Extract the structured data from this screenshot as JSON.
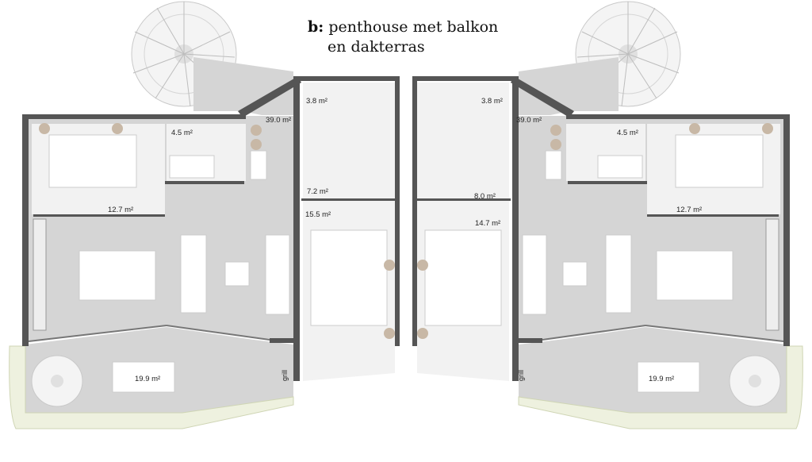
{
  "title": {
    "prefix": "b:",
    "line1": "penthouse met balkon",
    "line2": "en dakterras"
  },
  "left_unit": {
    "areas": {
      "bedroom": "12.7 m²",
      "bathroom": "4.5 m²",
      "roof_terrace": "39.0 m²",
      "entry": "3.8 m²",
      "stair_hall": "7.2 m²",
      "second_bedroom": "15.5 m²",
      "balcony": "19.9 m²"
    },
    "grill": "grill"
  },
  "right_unit": {
    "areas": {
      "bedroom": "12.7 m²",
      "bathroom": "4.5 m²",
      "roof_terrace": "39.0 m²",
      "entry": "3.8 m²",
      "stair_hall": "8.0 m²",
      "second_bedroom": "14.7 m²",
      "balcony": "19.9 m²"
    },
    "grill": "grill"
  },
  "colors": {
    "wall": "#555555",
    "floor": "#d5d5d5",
    "furniture": "#ffffff",
    "planter": "#eef1df",
    "pot": "#c8b8a6"
  }
}
